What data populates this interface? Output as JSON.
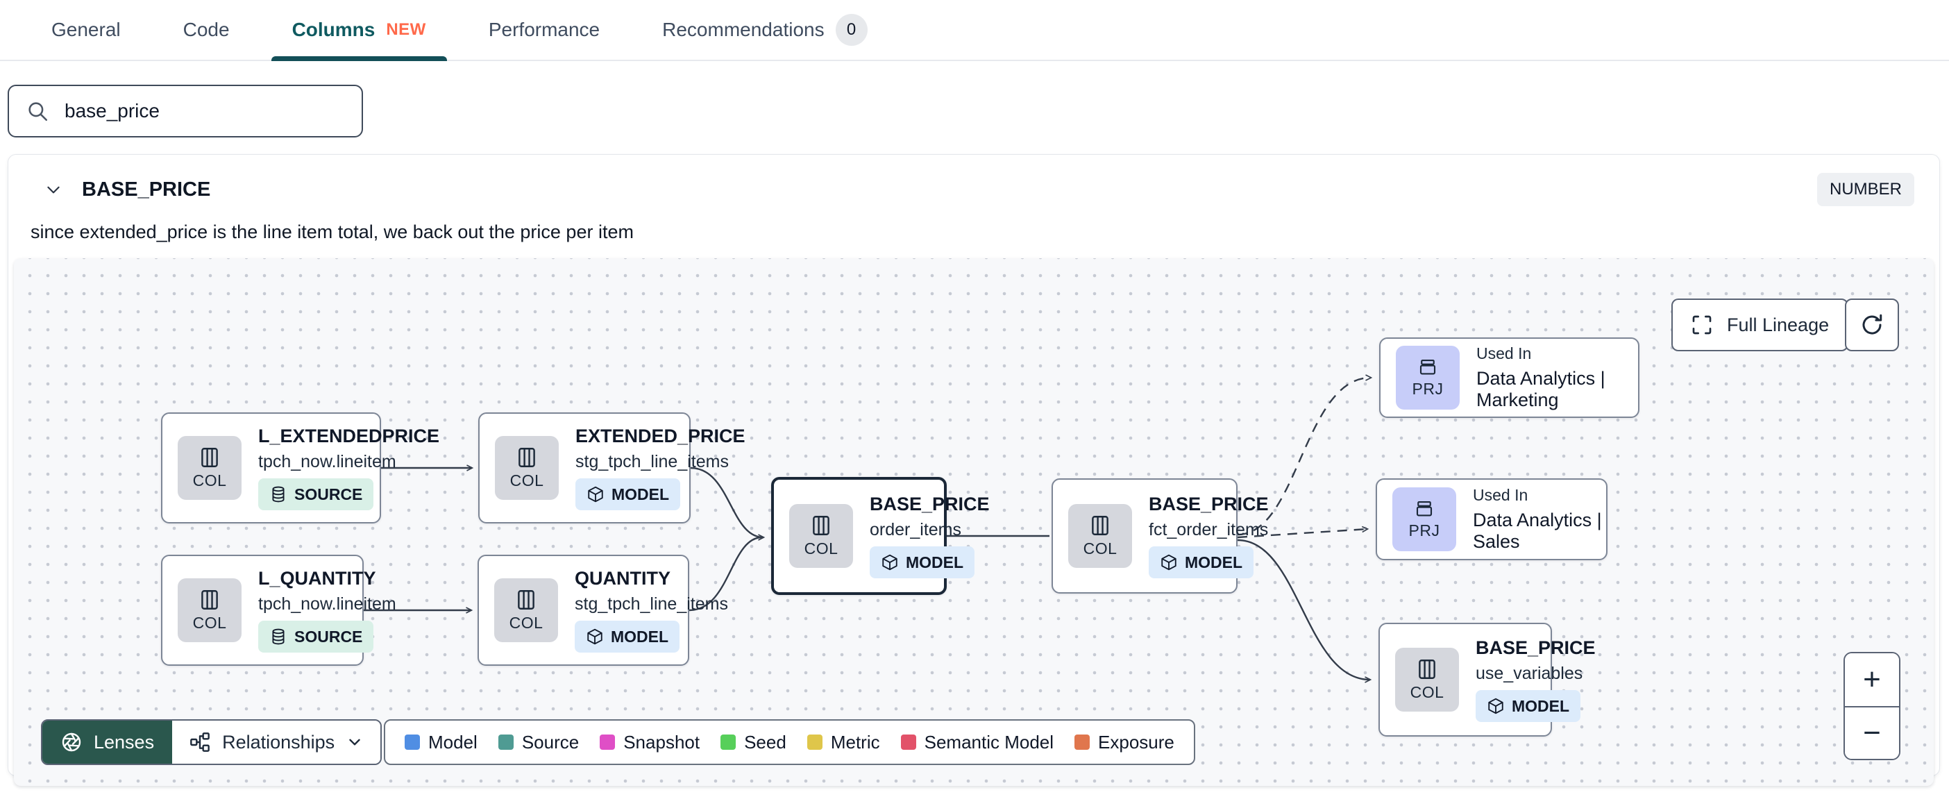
{
  "tabs": [
    {
      "label": "General"
    },
    {
      "label": "Code"
    },
    {
      "label": "Columns",
      "tag": "NEW",
      "active": true
    },
    {
      "label": "Performance"
    },
    {
      "label": "Recommendations",
      "count": "0"
    }
  ],
  "search": {
    "value": "base_price"
  },
  "column": {
    "name": "BASE_PRICE",
    "type": "NUMBER",
    "description": "since extended_price is the line item total, we back out the price per item"
  },
  "lineage": {
    "full_lineage_label": "Full Lineage",
    "zoom_in": "+",
    "zoom_out": "−",
    "lenses_label": "Lenses",
    "relationships_label": "Relationships",
    "colors": {
      "active_tab_teal": "#0f5a60",
      "new_tag_orange": "#ff694a",
      "selected_node_border": "#1b2838",
      "source_badge_bg": "#d9f0e7",
      "model_badge_bg": "#dcebfb",
      "project_icon_bg": "#c7cdf9",
      "lenses_button_bg": "#2a574d"
    },
    "legend": {
      "items": [
        {
          "label": "Model",
          "color": "#508ee3"
        },
        {
          "label": "Source",
          "color": "#4f9b93"
        },
        {
          "label": "Snapshot",
          "color": "#df4fc6"
        },
        {
          "label": "Seed",
          "color": "#57cf5a"
        },
        {
          "label": "Metric",
          "color": "#dfc64a"
        },
        {
          "label": "Semantic Model",
          "color": "#e25269"
        },
        {
          "label": "Exposure",
          "color": "#e0764d"
        }
      ]
    },
    "nodes": {
      "l_extendedprice": {
        "icon": "COL",
        "title": "L_EXTENDEDPRICE",
        "subtitle": "tpch_now.lineitem",
        "badge": "SOURCE"
      },
      "extended_price": {
        "icon": "COL",
        "title": "EXTENDED_PRICE",
        "subtitle": "stg_tpch_line_items",
        "badge": "MODEL"
      },
      "l_quantity": {
        "icon": "COL",
        "title": "L_QUANTITY",
        "subtitle": "tpch_now.lineitem",
        "badge": "SOURCE"
      },
      "quantity": {
        "icon": "COL",
        "title": "QUANTITY",
        "subtitle": "stg_tpch_line_items",
        "badge": "MODEL"
      },
      "base_price_order_items": {
        "icon": "COL",
        "title": "BASE_PRICE",
        "subtitle": "order_items",
        "badge": "MODEL"
      },
      "base_price_fct_order_items": {
        "icon": "COL",
        "title": "BASE_PRICE",
        "subtitle": "fct_order_items",
        "badge": "MODEL"
      },
      "used_in_marketing": {
        "icon": "PRJ",
        "used_in": "Used In",
        "title": "Data Analytics | Marketing"
      },
      "used_in_sales": {
        "icon": "PRJ",
        "used_in": "Used In",
        "title": "Data Analytics | Sales"
      },
      "base_price_use_variables": {
        "icon": "COL",
        "title": "BASE_PRICE",
        "subtitle": "use_variables",
        "badge": "MODEL"
      }
    }
  }
}
